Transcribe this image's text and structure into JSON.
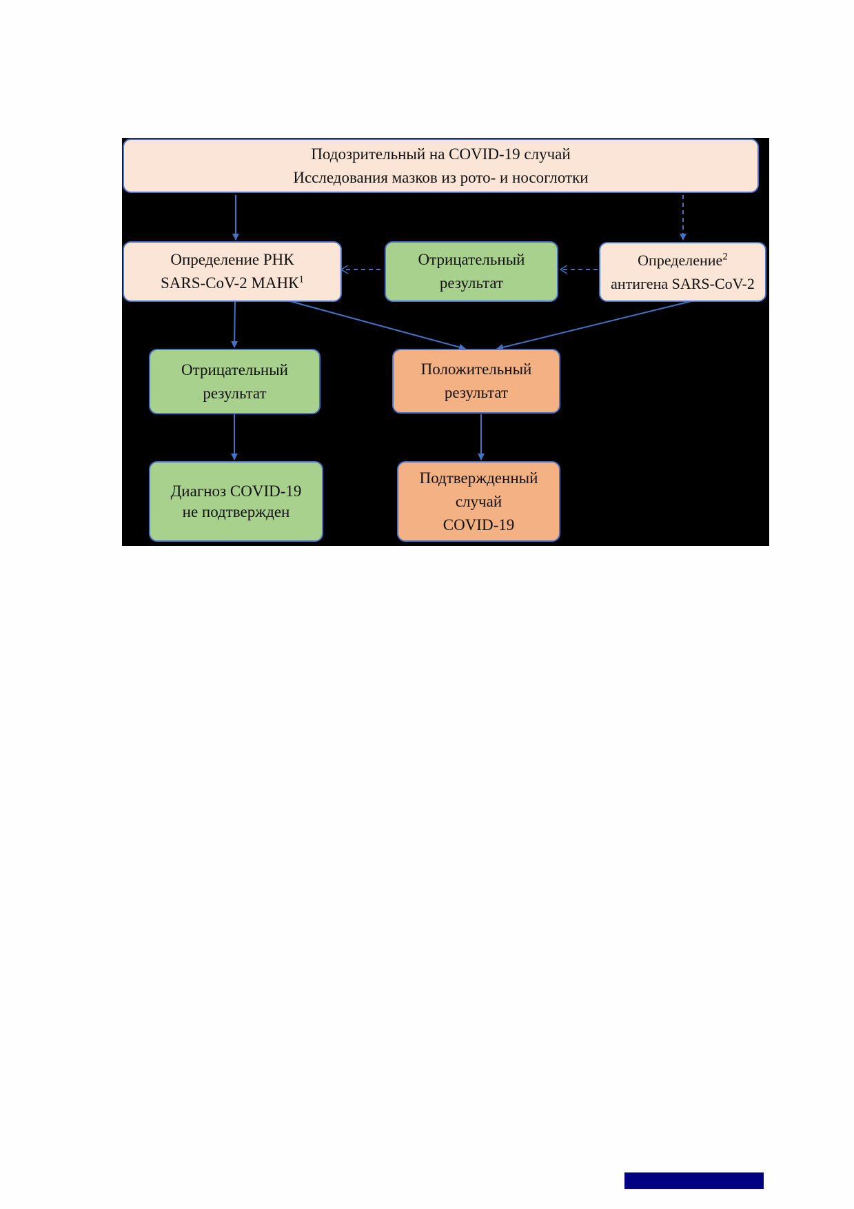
{
  "flowchart": {
    "top": {
      "line1": "Подозрительный на COVID-19 случай",
      "line2": "Исследования мазков из рото- и носоглотки"
    },
    "rna": {
      "line1": "Определение РНК",
      "line2": "SARS-CoV-2 МАНК",
      "note": "1"
    },
    "neg_middle": {
      "line1": "Отрицательный",
      "line2": "результат"
    },
    "antigen": {
      "line1": "Определение",
      "note": "2",
      "line2": "антигена SARS-CoV-2"
    },
    "neg_left": {
      "line1": "Отрицательный",
      "line2": "результат"
    },
    "positive": {
      "line1": "Положительный",
      "line2": "результат"
    },
    "not_confirmed": {
      "line1": "Диагноз COVID-19",
      "line2": "не подтвержден"
    },
    "confirmed": {
      "line1": "Подтвержденный",
      "line2": "случай",
      "line3": "COVID-19"
    }
  },
  "colors": {
    "panel": "#000000",
    "peach": "#fbe5d6",
    "green": "#a9d18e",
    "orange": "#f4b183",
    "border": "#4a72c4",
    "arrow": "#4472c4",
    "footer_bar": "#000080"
  }
}
